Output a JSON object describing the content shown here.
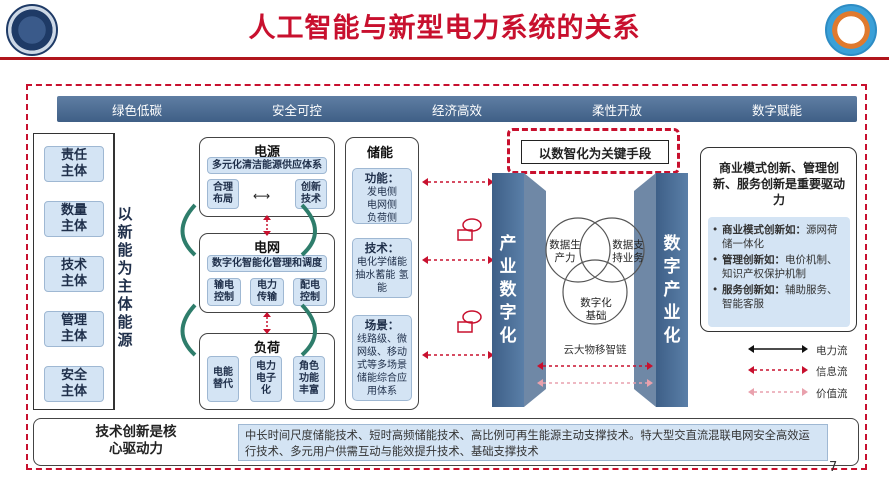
{
  "title": "人工智能与新型电力系统的关系",
  "banner": [
    "绿色低碳",
    "安全可控",
    "经济高效",
    "柔性开放",
    "数字赋能"
  ],
  "subjects": [
    "责任主体",
    "数量主体",
    "技术主体",
    "管理主体",
    "安全主体"
  ],
  "left_vertical": "以新能为主体能源",
  "power_source": {
    "title": "电源",
    "subtitle": "多元化清洁能源供应体系",
    "items": [
      "合理布局",
      "创新技术"
    ]
  },
  "grid": {
    "title": "电网",
    "subtitle": "数字化智能化管理和调度",
    "items": [
      "输电控制",
      "电力传输",
      "配电控制"
    ]
  },
  "load": {
    "title": "负荷",
    "items": [
      "电能替代",
      "电力电子化",
      "角色功能丰富"
    ]
  },
  "storage": {
    "title": "储能",
    "blocks": [
      {
        "head": "功能：",
        "body": "发电侧 电网侧 负荷侧"
      },
      {
        "head": "技术：",
        "body": "电化学储能 抽水蓄能 氢能"
      },
      {
        "head": "场景：",
        "body": "线路级、微网级、移动式等多场景储能综合应用体系"
      }
    ]
  },
  "key_means": "以数智化为关键手段",
  "industry_digitalization": "产业数字化",
  "digital_industrialization": "数字产业化",
  "venn": [
    "数据生产力",
    "数据支持业务",
    "数字化基础"
  ],
  "cloud_label": "云大物移智链",
  "right_panel": {
    "heading": "商业模式创新、管理创新、服务创新是重要驱动力",
    "bullets": [
      {
        "label": "商业模式创新如：",
        "text": "源网荷储一体化"
      },
      {
        "label": "管理创新如：",
        "text": "电价机制、知识产权保护机制"
      },
      {
        "label": "服务创新如：",
        "text": "辅助服务、智能客服"
      }
    ]
  },
  "legend": [
    "电力流",
    "信息流",
    "价值流"
  ],
  "bottom": {
    "label": "技术创新是核心驱动力",
    "text": "中长时间尺度储能技术、短时高频储能技术、高比例可再生能源主动支撑技术。特大型交直流混联电网安全高效运行技术、多元用户供需互动与能效提升技术、基础支撑技术"
  },
  "page_number": "7",
  "colors": {
    "accent_red": "#c8102e",
    "panel_blue": "#d4e4f4",
    "pillar_blue": "#3e5f87"
  }
}
